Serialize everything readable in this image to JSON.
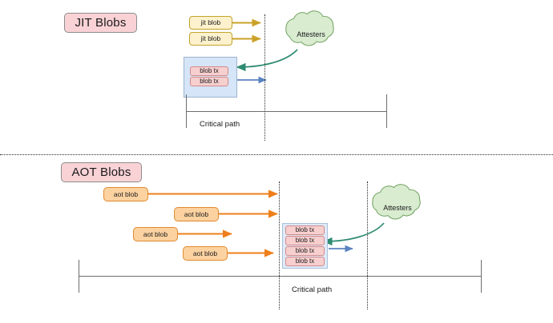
{
  "diagram": {
    "title_jit": "JIT Blobs",
    "title_aot": "AOT Blobs",
    "colors": {
      "badge_fill": "#f9d2d6",
      "badge_border": "#8d8d8d",
      "jit_blob_fill": "#fdf2cd",
      "jit_blob_border": "#c6a22b",
      "jit_arrow": "#c9a227",
      "aot_blob_fill": "#fcd2a0",
      "aot_blob_border": "#e08a2e",
      "aot_arrow": "#ef7f1a",
      "blob_tx_fill": "#f7cfcf",
      "blob_tx_border": "#d08b8b",
      "container_fill": "#d6e5f7",
      "container_border": "#9bb4cf",
      "cloud_fill": "#d9ecd0",
      "cloud_border": "#7aa86a",
      "attester_arrow": "#2e8b72",
      "blue_arrow": "#5b83c0",
      "rule": "#6e6e6e",
      "dotted": "#2b2b2b"
    }
  },
  "jit": {
    "blobs": [
      {
        "label": "jit blob"
      },
      {
        "label": "jit blob"
      }
    ],
    "transactions": [
      {
        "label": "blob tx"
      },
      {
        "label": "blob tx"
      }
    ],
    "cloud_label": "Attesters",
    "critical_path_label": "Critical path"
  },
  "aot": {
    "blobs": [
      {
        "label": "aot blob"
      },
      {
        "label": "aot blob"
      },
      {
        "label": "aot blob"
      },
      {
        "label": "aot blob"
      }
    ],
    "transactions": [
      {
        "label": "blob tx"
      },
      {
        "label": "blob tx"
      },
      {
        "label": "blob tx"
      },
      {
        "label": "blob tx"
      }
    ],
    "cloud_label": "Attesters",
    "critical_path_label": "Critical path"
  }
}
